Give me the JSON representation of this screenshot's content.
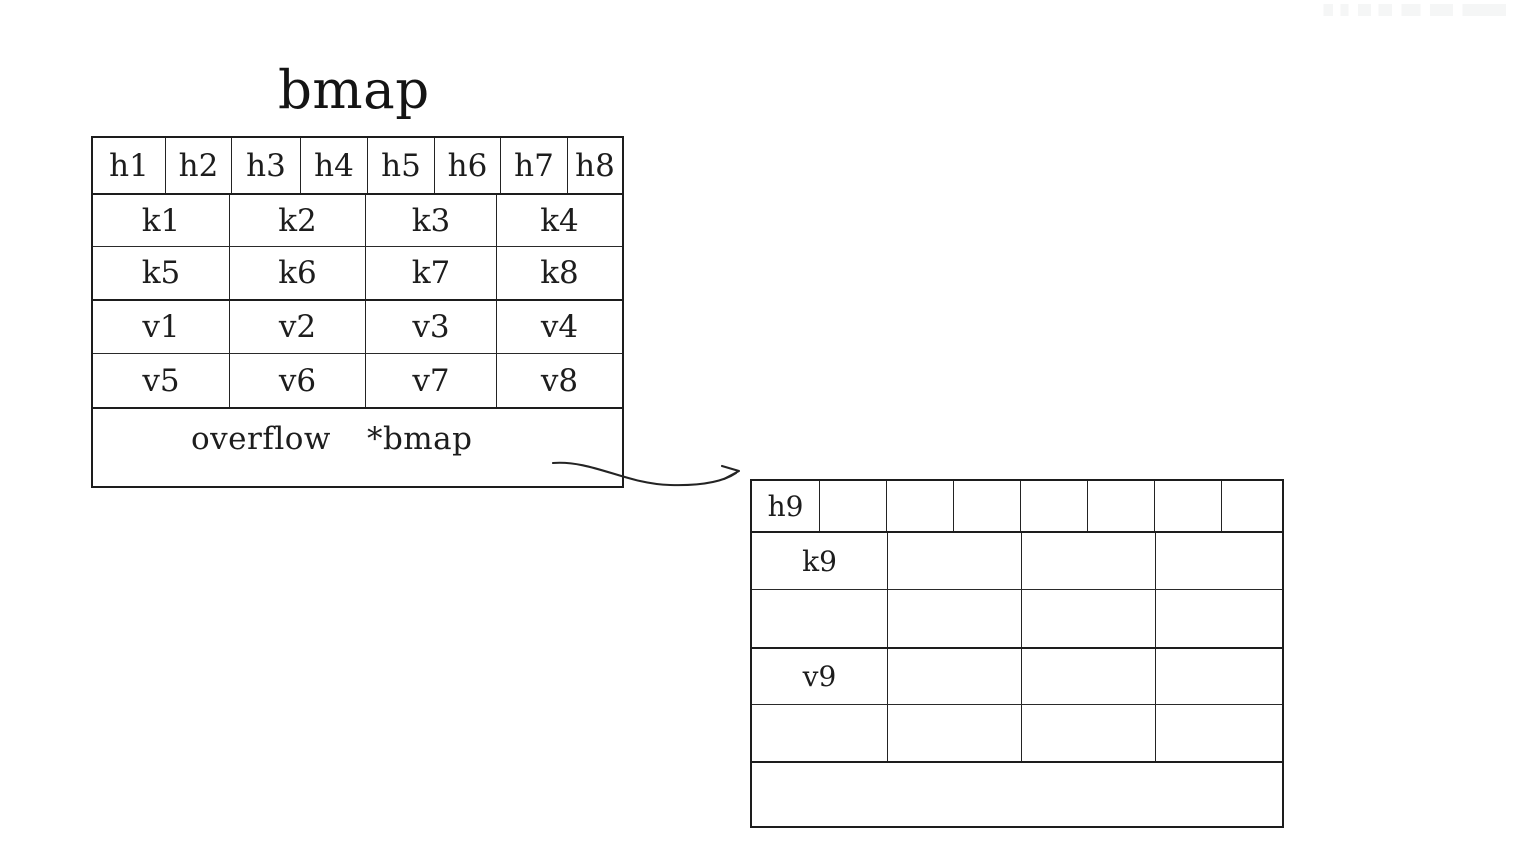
{
  "diagram": {
    "title": "bmap",
    "title_name": "bmap-title"
  },
  "bmap": {
    "name": "bmap-struct",
    "tophash_row": {
      "label": "tophash-row",
      "cells": [
        "h1",
        "h2",
        "h3",
        "h4",
        "h5",
        "h6",
        "h7",
        "h8"
      ]
    },
    "key_rows": [
      {
        "label": "keys-row-1",
        "cells": [
          "k1",
          "k2",
          "k3",
          "k4"
        ]
      },
      {
        "label": "keys-row-2",
        "cells": [
          "k5",
          "k6",
          "k7",
          "k8"
        ]
      }
    ],
    "value_rows": [
      {
        "label": "values-row-1",
        "cells": [
          "v1",
          "v2",
          "v3",
          "v4"
        ]
      },
      {
        "label": "values-row-2",
        "cells": [
          "v5",
          "v6",
          "v7",
          "v8"
        ]
      }
    ],
    "overflow_row": {
      "label": "overflow-row",
      "text_left": "overflow",
      "text_right": "*bmap"
    }
  },
  "overflow_bmap": {
    "name": "overflow-bmap-struct",
    "tophash_row": {
      "label": "tophash-row",
      "cells": [
        "h9",
        "",
        "",
        "",
        "",
        "",
        "",
        ""
      ]
    },
    "key_rows": [
      {
        "label": "keys-row-1",
        "cells": [
          "k9",
          "",
          "",
          ""
        ]
      },
      {
        "label": "keys-row-2",
        "cells": [
          "",
          "",
          "",
          ""
        ]
      }
    ],
    "value_rows": [
      {
        "label": "values-row-1",
        "cells": [
          "v9",
          "",
          "",
          ""
        ]
      },
      {
        "label": "values-row-2",
        "cells": [
          "",
          "",
          "",
          ""
        ]
      }
    ],
    "overflow_row": {
      "label": "overflow-row",
      "text_left": "",
      "text_right": ""
    }
  },
  "connector": {
    "name": "overflow-pointer-arrow",
    "from": "bmap overflow *bmap field",
    "to": "overflow bmap struct"
  },
  "colors": {
    "background": "#ffffff",
    "stroke": "#1d1d1d",
    "text": "#1a1a1a"
  }
}
